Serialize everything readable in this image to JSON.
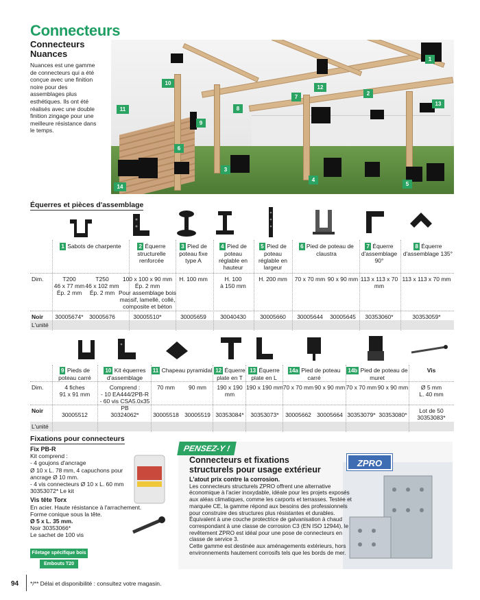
{
  "page": {
    "title": "Connecteurs",
    "subtitle": "Connecteurs Nuances",
    "intro": "Nuances est une gamme de connecteurs qui a été conçue avec une finition noire pour des assemblages plus esthétiques. Ils ont été réalisés avec une double finition zingage pour une meilleure résistance dans le temps.",
    "page_number": "94",
    "footer_note": "*/** Délai et disponibilité : consultez votre magasin."
  },
  "hero": {
    "badges": [
      "1",
      "2",
      "3",
      "4",
      "5",
      "6",
      "7",
      "8",
      "9",
      "10",
      "11",
      "12",
      "13",
      "14"
    ]
  },
  "section1": {
    "heading": "Équerres et pièces d'assemblage",
    "row_labels": {
      "dim": "Dim.",
      "noir": "Noir",
      "unit": "L'unité"
    },
    "products": [
      {
        "num": "1",
        "name": "Sabots de charpente",
        "dims": [
          "T200\n46 x 77 mm\nÉp. 2 mm",
          "T250\n46 x 102 mm\nÉp. 2 mm"
        ],
        "refs": [
          "30005674*",
          "30005676"
        ]
      },
      {
        "num": "2",
        "name": "Équerre structurelle renforcée",
        "dims": [
          "100 x 100 x 90 mm\nÉp. 2 mm\nPour assemblage bois massif, lamellé, collé, composite et béton"
        ],
        "refs": [
          "30005510*"
        ]
      },
      {
        "num": "3",
        "name": "Pied de poteau fixe type A",
        "dims": [
          "H. 100 mm"
        ],
        "refs": [
          "30005659"
        ]
      },
      {
        "num": "4",
        "name": "Pied de poteau réglable en hauteur",
        "dims": [
          "H. 100\nà 150 mm"
        ],
        "refs": [
          "30040430"
        ]
      },
      {
        "num": "5",
        "name": "Pied de poteau réglable en largeur",
        "dims": [
          "H. 200 mm"
        ],
        "refs": [
          "30005660"
        ]
      },
      {
        "num": "6",
        "name": "Pied de poteau de claustra",
        "dims": [
          "70 x 70 mm",
          "90 x 90 mm"
        ],
        "refs": [
          "30005644",
          "30005645"
        ]
      },
      {
        "num": "7",
        "name": "Équerre d'assemblage 90°",
        "dims": [
          "113 x 113 x 70\nmm"
        ],
        "refs": [
          "30353060*"
        ]
      },
      {
        "num": "8",
        "name": "Équerre d'assemblage 135°",
        "dims": [
          "113 x 113 x 70 mm"
        ],
        "refs": [
          "30353059*"
        ]
      }
    ]
  },
  "section2": {
    "products": [
      {
        "num": "9",
        "name": "Pieds de poteau carré",
        "dims": [
          "4 fiches\n91 x 91 mm"
        ],
        "refs": [
          "30005512"
        ]
      },
      {
        "num": "10",
        "name": "Kit équerres d'assemblage",
        "dims": [
          "Comprend :\n- 10 EA444/2PB-R\n- 60 vis CSA5.0x35 PB"
        ],
        "refs": [
          "30324062*"
        ]
      },
      {
        "num": "11",
        "name": "Chapeau pyramidal",
        "dims": [
          "70 mm",
          "90 mm"
        ],
        "refs": [
          "30005518",
          "30005519"
        ]
      },
      {
        "num": "12",
        "name": "Équerre plate en T",
        "dims": [
          "190 x 190\nmm"
        ],
        "refs": [
          "30353084*"
        ]
      },
      {
        "num": "13",
        "name": "Équerre plate en L",
        "dims": [
          "190 x 190 mm"
        ],
        "refs": [
          "30353073*"
        ]
      },
      {
        "num": "14a",
        "name": "Pied de poteau carré",
        "dims": [
          "70 x 70 mm",
          "90 x 90 mm"
        ],
        "refs": [
          "30005662",
          "30005664"
        ]
      },
      {
        "num": "14b",
        "name": "Pied de poteau de muret",
        "dims": [
          "70 x 70 mm",
          "90 x 90 mm"
        ],
        "refs": [
          "30353079*",
          "30353080*"
        ]
      },
      {
        "num": "",
        "name": "Vis",
        "dims": [
          "Ø 5 mm\nL. 40 mm"
        ],
        "refs": [
          "Lot de 50\n30353083*"
        ]
      }
    ]
  },
  "fixations": {
    "heading": "Fixations pour connecteurs",
    "fix_title": "Fix PB-R",
    "fix_lines": [
      "Kit comprend :",
      "- 4 goujons d'ancrage",
      "Ø 10 x L. 78 mm, 4 capuchons pour ancrage Ø 10 mm.",
      "- 4 vis connecteurs Ø 10 x L. 60 mm",
      "30353072* Le kit"
    ],
    "vis_title": "Vis tête Torx",
    "vis_lines": [
      "En acier. Haute résistance à l'arrachement.",
      "Forme conique sous la tête.",
      "Ø 5 x L. 35 mm.",
      "Noir 30353066*",
      "Le sachet de 100 vis"
    ],
    "tag1": "Filetage spécifique bois",
    "tag2": "Embouts T20"
  },
  "pensez": {
    "tab": "PENSEZ-Y !",
    "title": "Connecteurs et fixations structurels pour usage extérieur",
    "lead": "L'atout prix contre la corrosion.",
    "body": "Les connecteurs structurels ZPRO offrent une alternative économique à l'acier inoxydable, idéale pour les projets exposés aux aléas climatiques, comme les carports et terrasses. Testée et marquée CE, la gamme répond aux besoins des professionnels pour construire des structures plus résistantes et durables. Équivalent à une couche protectrice de galvanisation à chaud correspondant à une classe de corrosion C3 (EN ISO 12944), le revêtement ZPRO est idéal pour une pose de connecteurs en classe de service 3.",
    "body2": "Cette gamme est destinée aux aménagements extérieurs, hors environnements hautement corrosifs tels que les bords de mer.",
    "logo": "ZPRO"
  },
  "colors": {
    "accent": "#2aa363",
    "title": "#1e9e63",
    "band": "#e4e4e4"
  }
}
